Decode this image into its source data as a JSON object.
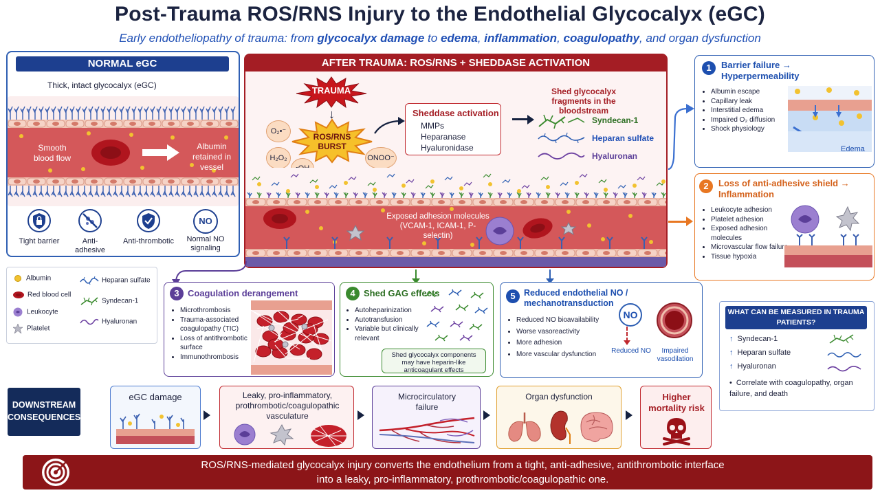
{
  "title": "Post-Trauma ROS/RNS Injury to the Endothelial Glycocalyx (eGC)",
  "subtitle_parts": [
    "Early endotheliopathy of trauma: from ",
    "glycocalyx damage",
    " to ",
    "edema",
    ", ",
    "inflammation",
    ", ",
    "coagulopathy",
    ", and organ dysfunction"
  ],
  "normal": {
    "header": "NORMAL eGC",
    "caption": "Thick, intact glycocalyx (eGC)",
    "smooth_flow": "Smooth blood flow",
    "albumin_retained": "Albumin retained in vessel",
    "features": [
      {
        "icon": "shield-lock-icon",
        "label": "Tight barrier"
      },
      {
        "icon": "no-adhesion-icon",
        "label": "Anti-adhesive"
      },
      {
        "icon": "shield-check-icon",
        "label": "Anti-thrombotic"
      },
      {
        "icon": "no-circle-icon",
        "symbol": "NO",
        "label": "Normal NO signaling"
      }
    ]
  },
  "legend": [
    {
      "icon": "albumin-icon",
      "label": "Albumin"
    },
    {
      "icon": "rbc-icon",
      "label": "Red blood cell"
    },
    {
      "icon": "leukocyte-icon",
      "label": "Leukocyte"
    },
    {
      "icon": "platelet-icon",
      "label": "Platelet"
    },
    {
      "icon": "heparan-icon",
      "label": "Heparan sulfate"
    },
    {
      "icon": "syndecan-icon",
      "label": "Syndecan-1"
    },
    {
      "icon": "hyaluronan-icon",
      "label": "Hyaluronan"
    }
  ],
  "trauma": {
    "header": "AFTER TRAUMA: ROS/RNS + SHEDDASE ACTIVATION",
    "trauma_label": "TRAUMA",
    "burst_label": "ROS/RNS BURST",
    "species": [
      "O₂•⁻",
      "H₂O₂",
      "•OH",
      "ONOO⁻"
    ],
    "sheddase_title": "Sheddase activation",
    "sheddase_items": [
      "MMPs",
      "Heparanase",
      "Hyaluronidase"
    ],
    "shed_title": "Shed glycocalyx fragments in the bloodstream",
    "shed_items": [
      "Syndecan-1",
      "Heparan sulfate",
      "Hyaluronan"
    ],
    "exposed": "Exposed adhesion molecules (VCAM-1, ICAM-1, P-selectin)"
  },
  "barrier": {
    "num": "1",
    "title": "Barrier failure → Hyperpermeability",
    "items": [
      "Albumin escape",
      "Capillary leak",
      "Interstitial edema",
      "Impaired O₂ diffusion",
      "Shock physiology"
    ],
    "img_label": "Edema"
  },
  "shield": {
    "num": "2",
    "title": "Loss of anti-adhesive shield → Inflammation",
    "items": [
      "Leukocyte adhesion",
      "Platelet adhesion",
      "Exposed adhesion molecules",
      "Microvascular flow failure",
      "Tissue hypoxia"
    ]
  },
  "coag": {
    "num": "3",
    "title": "Coagulation derangement",
    "items": [
      "Microthrombosis",
      "Trauma-associated coagulopathy (TIC)",
      "Loss of antithrombotic surface",
      "Immunothrombosis"
    ]
  },
  "gag": {
    "num": "4",
    "title": "Shed GAG effects",
    "items": [
      "Autoheparinization",
      "Autotransfusion",
      "Variable but clinically relevant"
    ],
    "note": "Shed glycocalyx components may have heparin-like anticoagulant effects"
  },
  "no": {
    "num": "5",
    "title": "Reduced endothelial NO / mechanotransduction",
    "items": [
      "Reduced NO bioavailability",
      "Worse vasoreactivity",
      "More adhesion",
      "More vascular dysfunction"
    ],
    "no_symbol": "NO",
    "reduced_no": "Reduced NO",
    "impaired": "Impaired vasodilation"
  },
  "measured": {
    "title": "WHAT CAN BE MEASURED IN TRAUMA PATIENTS?",
    "arrow": "↑",
    "items": [
      "Syndecan-1",
      "Heparan sulfate",
      "Hyaluronan"
    ],
    "correlate": "Correlate with coagulopathy, organ failure, and death"
  },
  "downstream": {
    "label": "DOWNSTREAM CONSEQUENCES",
    "steps": [
      "eGC damage",
      "Leaky, pro-inflammatory, prothrombotic/coagulopathic vasculature",
      "Microcirculatory failure",
      "Organ dysfunction",
      "Higher mortality risk"
    ]
  },
  "bottom": {
    "line1": "ROS/RNS-mediated glycocalyx injury converts the endothelium from a tight, anti-adhesive, antithrombotic interface",
    "line2": "into a leaky, pro-inflammatory, prothrombotic/coagulopathic one."
  },
  "colors": {
    "navy": "#1d3f8f",
    "darkred": "#a41d24",
    "orange": "#e87722",
    "green": "#3a8a2e",
    "purple": "#5b3e98",
    "bottom_bar": "#8c1518"
  }
}
